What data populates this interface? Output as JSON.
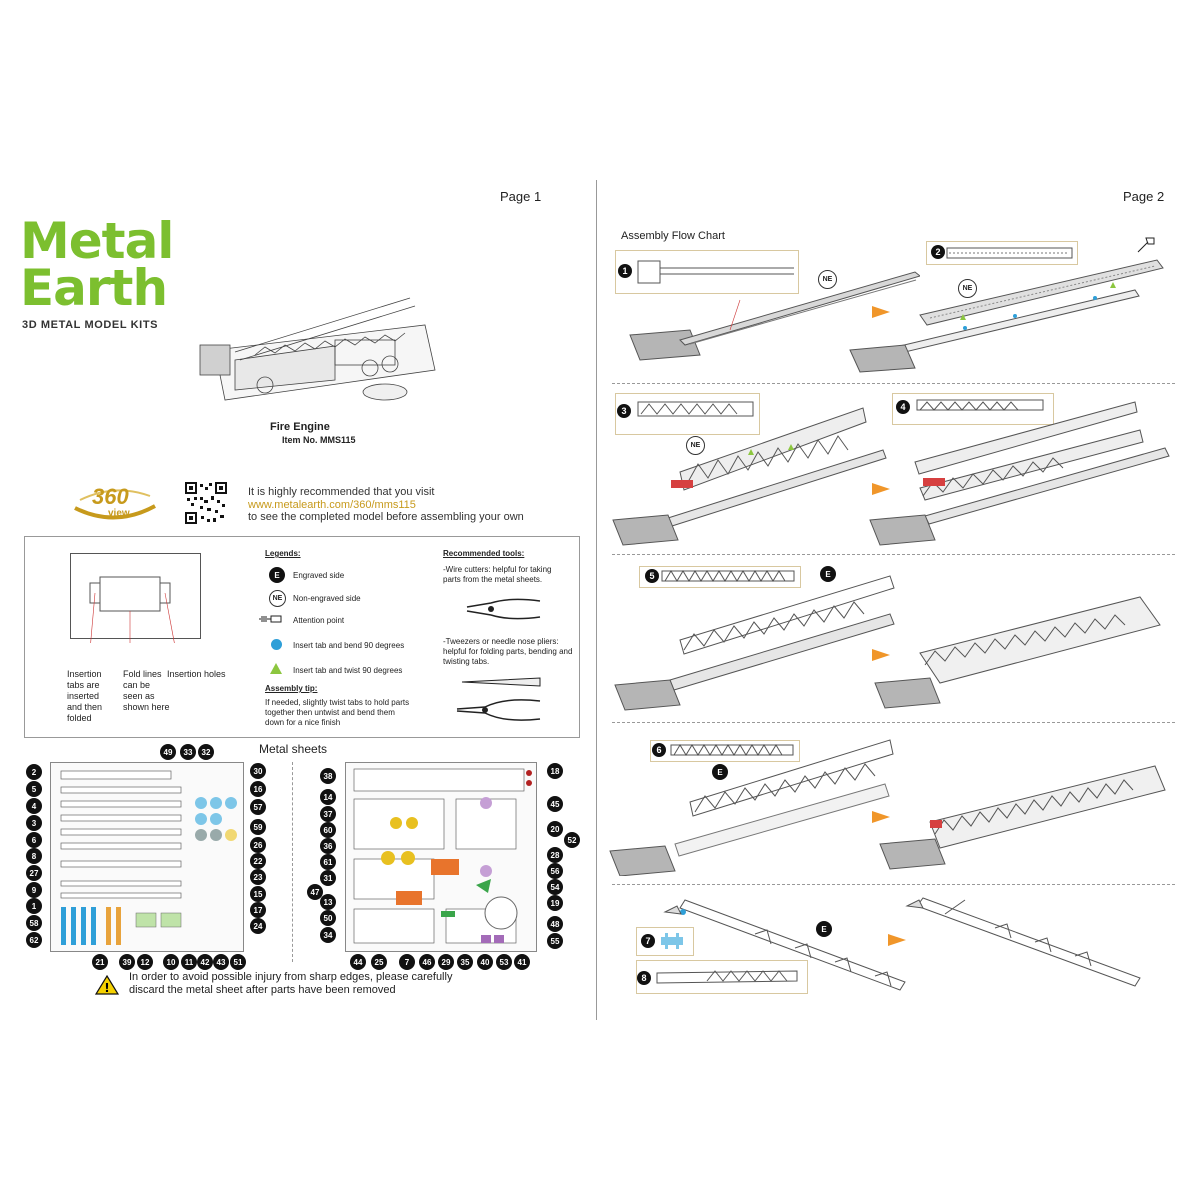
{
  "page1": {
    "page_label": "Page 1",
    "logo_line1": "Metal",
    "logo_line2": "Earth",
    "tagline": "3D METAL MODEL KITS",
    "model_title": "Fire Engine",
    "item_no": "Item No. MMS115",
    "view360_number": "360",
    "view360_word": "view",
    "recommend_line1": "It is highly recommended that you visit",
    "recommend_link": "www.metalearth.com/360/mms115",
    "recommend_line3": "to see the completed model before assembling your own",
    "diagram_labels": {
      "insertion_tabs": "Insertion tabs are inserted and then folded",
      "fold_lines": "Fold lines can be seen as shown here",
      "insertion_holes": "Insertion holes"
    },
    "legends": {
      "title": "Legends:",
      "engraved_symbol": "E",
      "engraved": "Engraved side",
      "non_engraved_symbol": "NE",
      "non_engraved": "Non-engraved side",
      "attention": "Attention point",
      "blue_dot": "Insert tab and bend 90 degrees",
      "green_triangle": "Insert tab and twist 90 degrees"
    },
    "assembly_tip": {
      "title": "Assembly tip:",
      "text": "If needed, slightly twist tabs to hold parts together then untwist and bend them down for a nice finish"
    },
    "tools": {
      "title": "Recommended tools:",
      "wire_cutters": "-Wire cutters: helpful for taking parts from the metal sheets.",
      "tweezers": "-Tweezers or needle nose pliers: helpful for folding parts, bending and twisting tabs."
    },
    "metal_sheets_title": "Metal sheets",
    "sheet1_left_numbers": [
      "2",
      "5",
      "4",
      "3",
      "6",
      "8",
      "27",
      "9",
      "1",
      "58",
      "62"
    ],
    "sheet1_top_numbers": [
      "49",
      "33",
      "32"
    ],
    "sheet1_right_numbers": [
      "30",
      "16",
      "57",
      "59",
      "26",
      "22",
      "23",
      "15",
      "17",
      "24"
    ],
    "sheet1_bottom_numbers": [
      "21",
      "39",
      "12",
      "10",
      "11",
      "42",
      "43",
      "51"
    ],
    "sheet2_left_numbers": [
      "38",
      "14",
      "37",
      "60",
      "36",
      "61",
      "31",
      "47",
      "13",
      "50",
      "34"
    ],
    "sheet2_right_numbers": [
      "18",
      "45",
      "20",
      "52",
      "28",
      "56",
      "54",
      "19",
      "48",
      "55"
    ],
    "sheet2_bottom_numbers": [
      "44",
      "25",
      "7",
      "46",
      "29",
      "35",
      "40",
      "53",
      "41"
    ],
    "warning_line1": "In order to avoid possible injury from sharp edges, please carefully",
    "warning_line2": "discard the metal sheet after parts have been removed"
  },
  "page2": {
    "page_label": "Page 2",
    "flow_title": "Assembly Flow Chart",
    "steps": [
      "1",
      "2",
      "3",
      "4",
      "5",
      "6",
      "7",
      "8"
    ],
    "marker_ne": "NE",
    "marker_e": "E"
  },
  "colors": {
    "brand_green": "#7cbf2f",
    "link_gold": "#c79a1c",
    "arrow_orange": "#f0962a",
    "part_blue": "#2e9fd8",
    "part_orange": "#e8742c",
    "part_yellow": "#e8c020",
    "part_green": "#3aa54a",
    "part_purple": "#a36bb8"
  }
}
